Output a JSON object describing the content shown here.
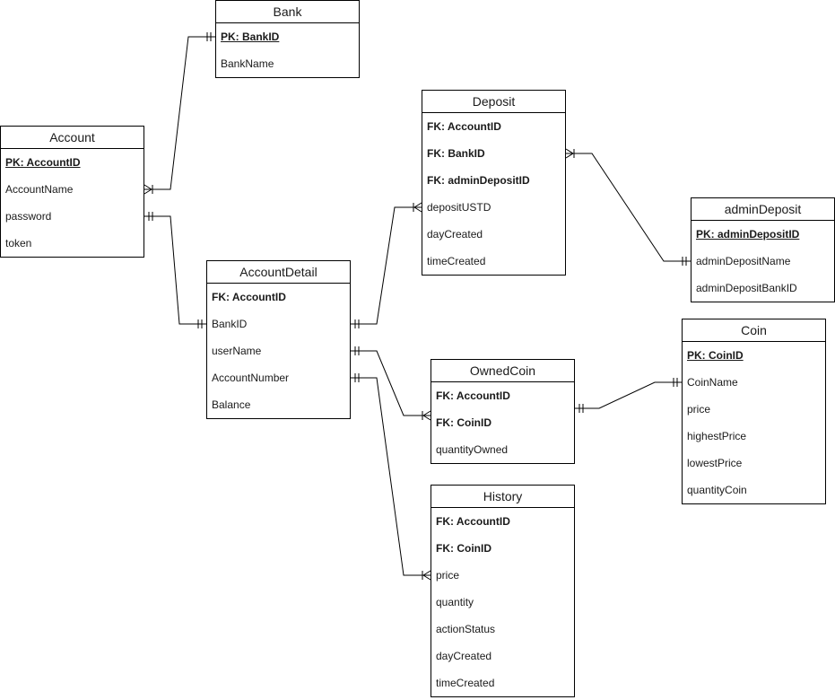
{
  "entities": {
    "bank": {
      "title": "Bank",
      "fields": [
        {
          "text": "PK: BankID",
          "kind": "pk"
        },
        {
          "text": "BankName",
          "kind": "plain"
        }
      ]
    },
    "account": {
      "title": "Account",
      "fields": [
        {
          "text": "PK: AccountID",
          "kind": "pk"
        },
        {
          "text": "AccountName",
          "kind": "plain"
        },
        {
          "text": "password",
          "kind": "plain"
        },
        {
          "text": "token",
          "kind": "plain"
        }
      ]
    },
    "deposit": {
      "title": "Deposit",
      "fields": [
        {
          "text": "FK: AccountID",
          "kind": "fk"
        },
        {
          "text": "FK: BankID",
          "kind": "fk"
        },
        {
          "text": "FK: adminDepositID",
          "kind": "fk"
        },
        {
          "text": "depositUSTD",
          "kind": "plain"
        },
        {
          "text": "dayCreated",
          "kind": "plain"
        },
        {
          "text": "timeCreated",
          "kind": "plain"
        }
      ]
    },
    "admin_deposit": {
      "title": "adminDeposit",
      "fields": [
        {
          "text": "PK: adminDepositID",
          "kind": "pk"
        },
        {
          "text": "adminDepositName",
          "kind": "plain"
        },
        {
          "text": "adminDepositBankID",
          "kind": "plain"
        }
      ]
    },
    "account_detail": {
      "title": "AccountDetail",
      "fields": [
        {
          "text": "FK: AccountID",
          "kind": "fk"
        },
        {
          "text": "BankID",
          "kind": "plain"
        },
        {
          "text": "userName",
          "kind": "plain"
        },
        {
          "text": "AccountNumber",
          "kind": "plain"
        },
        {
          "text": "Balance",
          "kind": "plain"
        }
      ]
    },
    "coin": {
      "title": "Coin",
      "fields": [
        {
          "text": "PK: CoinID",
          "kind": "pk"
        },
        {
          "text": "CoinName",
          "kind": "plain"
        },
        {
          "text": "price",
          "kind": "plain"
        },
        {
          "text": "highestPrice",
          "kind": "plain"
        },
        {
          "text": "lowestPrice",
          "kind": "plain"
        },
        {
          "text": "quantityCoin",
          "kind": "plain"
        }
      ]
    },
    "owned_coin": {
      "title": "OwnedCoin",
      "fields": [
        {
          "text": "FK: AccountID",
          "kind": "fk"
        },
        {
          "text": "FK: CoinID",
          "kind": "fk"
        },
        {
          "text": "quantityOwned",
          "kind": "plain"
        }
      ]
    },
    "history": {
      "title": "History",
      "fields": [
        {
          "text": "FK: AccountID",
          "kind": "fk"
        },
        {
          "text": "FK: CoinID",
          "kind": "fk"
        },
        {
          "text": "price",
          "kind": "plain"
        },
        {
          "text": "quantity",
          "kind": "plain"
        },
        {
          "text": "actionStatus",
          "kind": "plain"
        },
        {
          "text": "dayCreated",
          "kind": "plain"
        },
        {
          "text": "timeCreated",
          "kind": "plain"
        }
      ]
    }
  },
  "relationships": [
    {
      "name": "account-bank",
      "from": "account",
      "from_end": "many",
      "to": "bank",
      "to_end": "one"
    },
    {
      "name": "account-accountdetail",
      "from": "account",
      "from_end": "one",
      "to": "account_detail",
      "to_end": "one"
    },
    {
      "name": "accountdetail-deposit",
      "from": "account_detail",
      "from_end": "one",
      "to": "deposit",
      "to_end": "many"
    },
    {
      "name": "deposit-admindeposit",
      "from": "deposit",
      "from_end": "many",
      "to": "admin_deposit",
      "to_end": "one"
    },
    {
      "name": "accountdetail-ownedcoin",
      "from": "account_detail",
      "from_end": "one",
      "to": "owned_coin",
      "to_end": "many"
    },
    {
      "name": "accountdetail-history",
      "from": "account_detail",
      "from_end": "one",
      "to": "history",
      "to_end": "many"
    },
    {
      "name": "ownedcoin-coin",
      "from": "owned_coin",
      "from_end": "one",
      "to": "coin",
      "to_end": "one"
    }
  ],
  "colors": {
    "line": "#000000",
    "text": "#1a1a1a",
    "background": "#ffffff"
  }
}
